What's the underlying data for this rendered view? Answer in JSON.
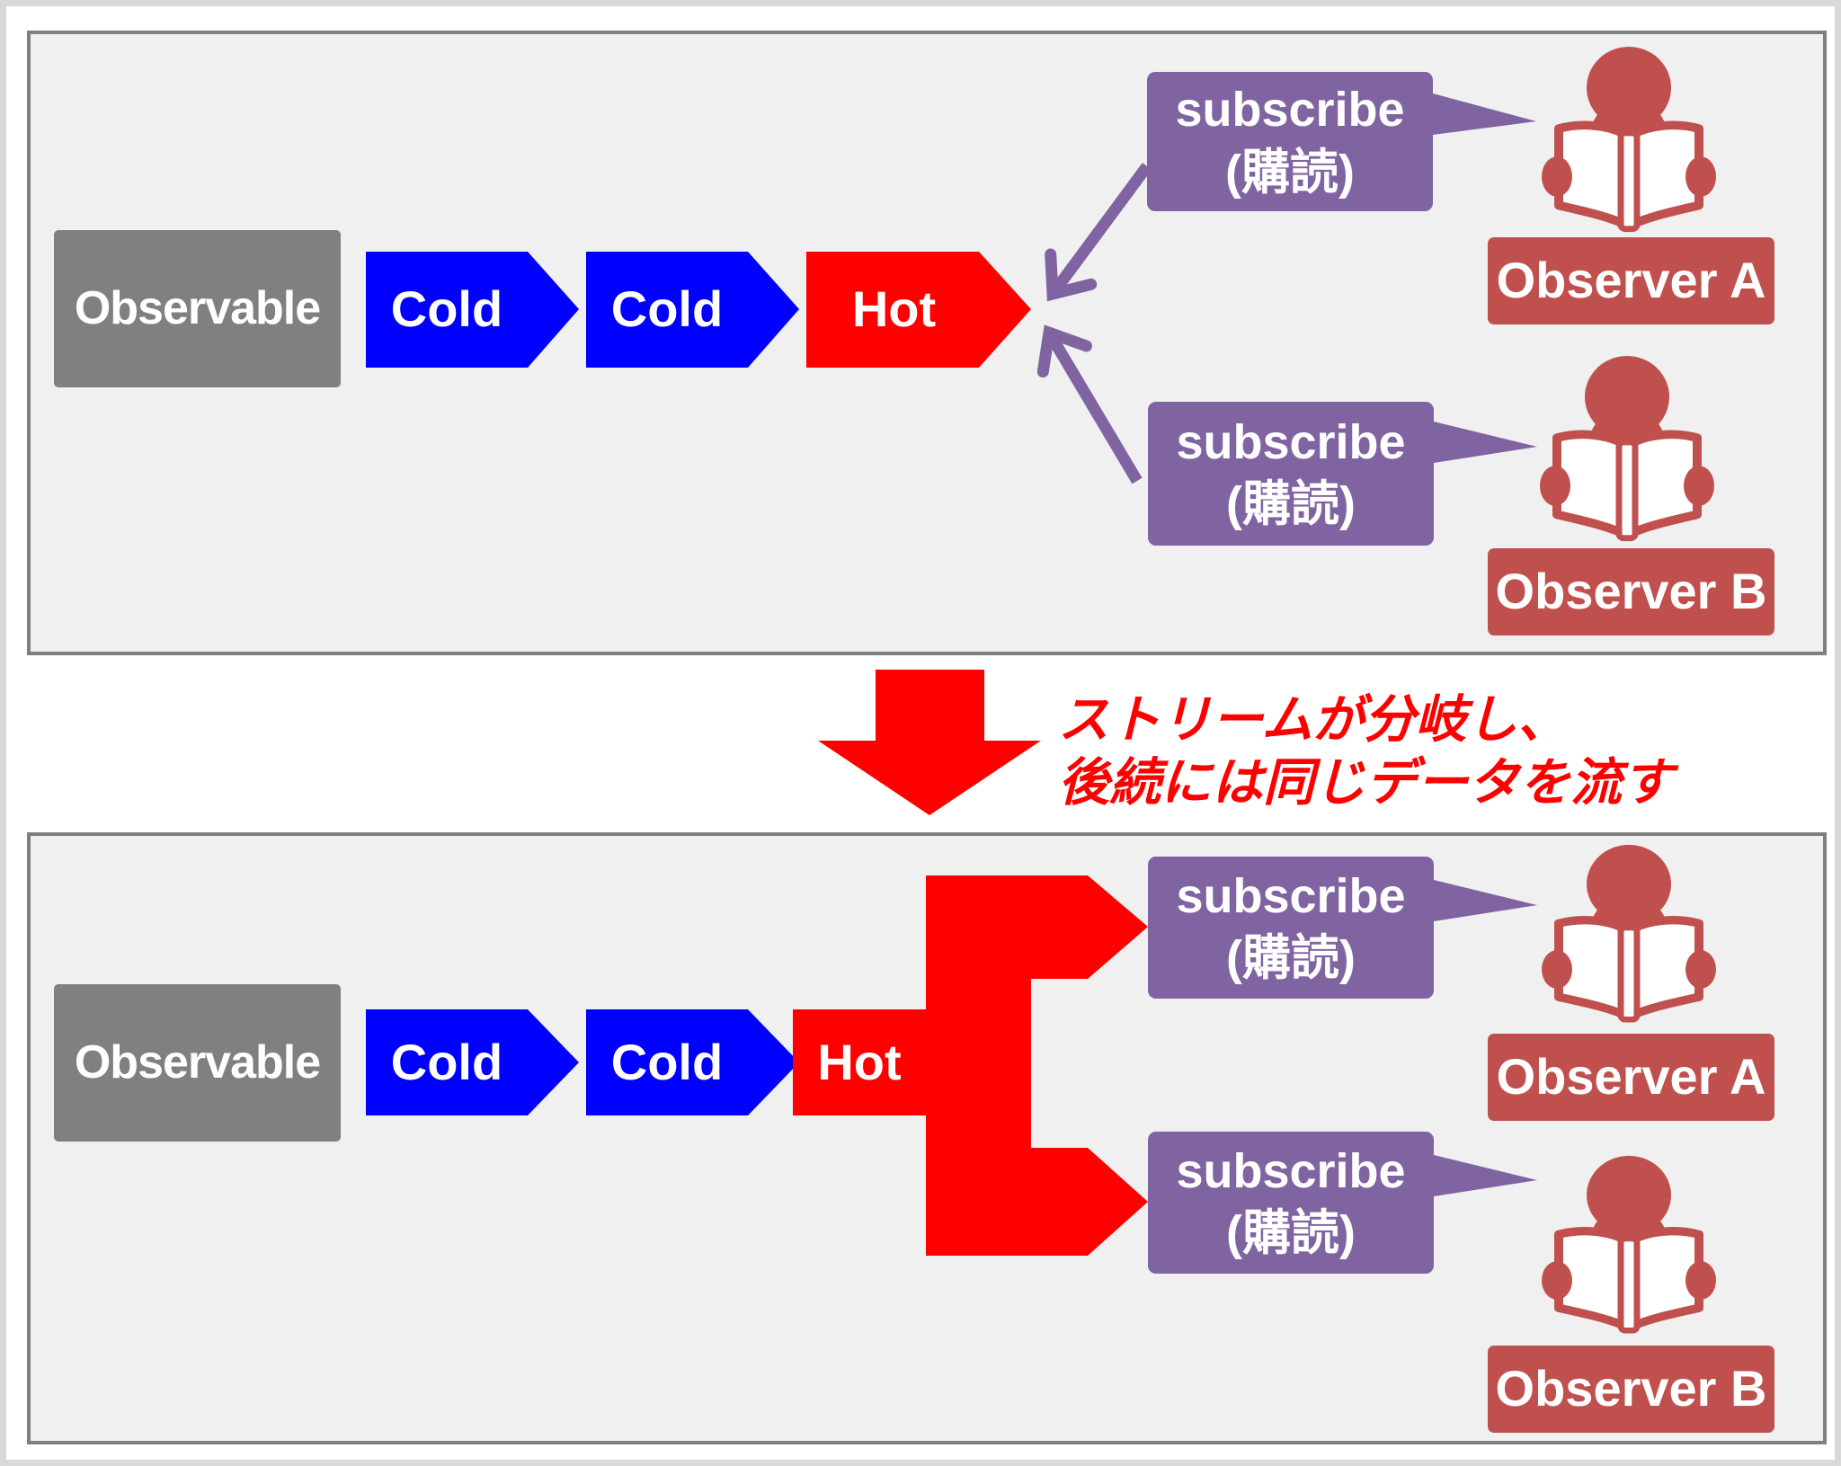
{
  "colors": {
    "panel_bg": "#f0f0f0",
    "panel_border": "#7f7f7f",
    "observable_gray": "#808080",
    "cold_blue": "#0000ff",
    "hot_red": "#ff0000",
    "subscribe_purple": "#8064a2",
    "observer_red": "#c0504d",
    "caption_red": "#ff0000"
  },
  "top_panel": {
    "observable_label": "Observable",
    "stage1_label": "Cold",
    "stage2_label": "Cold",
    "stage3_label": "Hot",
    "subscribe1": {
      "line1": "subscribe",
      "line2": "(購読)"
    },
    "subscribe2": {
      "line1": "subscribe",
      "line2": "(購読)"
    },
    "observer_a_label": "Observer A",
    "observer_b_label": "Observer B"
  },
  "bottom_panel": {
    "observable_label": "Observable",
    "stage1_label": "Cold",
    "stage2_label": "Cold",
    "stage3_label": "Hot",
    "subscribe1": {
      "line1": "subscribe",
      "line2": "(購読)"
    },
    "subscribe2": {
      "line1": "subscribe",
      "line2": "(購読)"
    },
    "observer_a_label": "Observer A",
    "observer_b_label": "Observer B"
  },
  "transition": {
    "line1": "ストリームが分岐し、",
    "line2": "後続には同じデータを流す"
  }
}
